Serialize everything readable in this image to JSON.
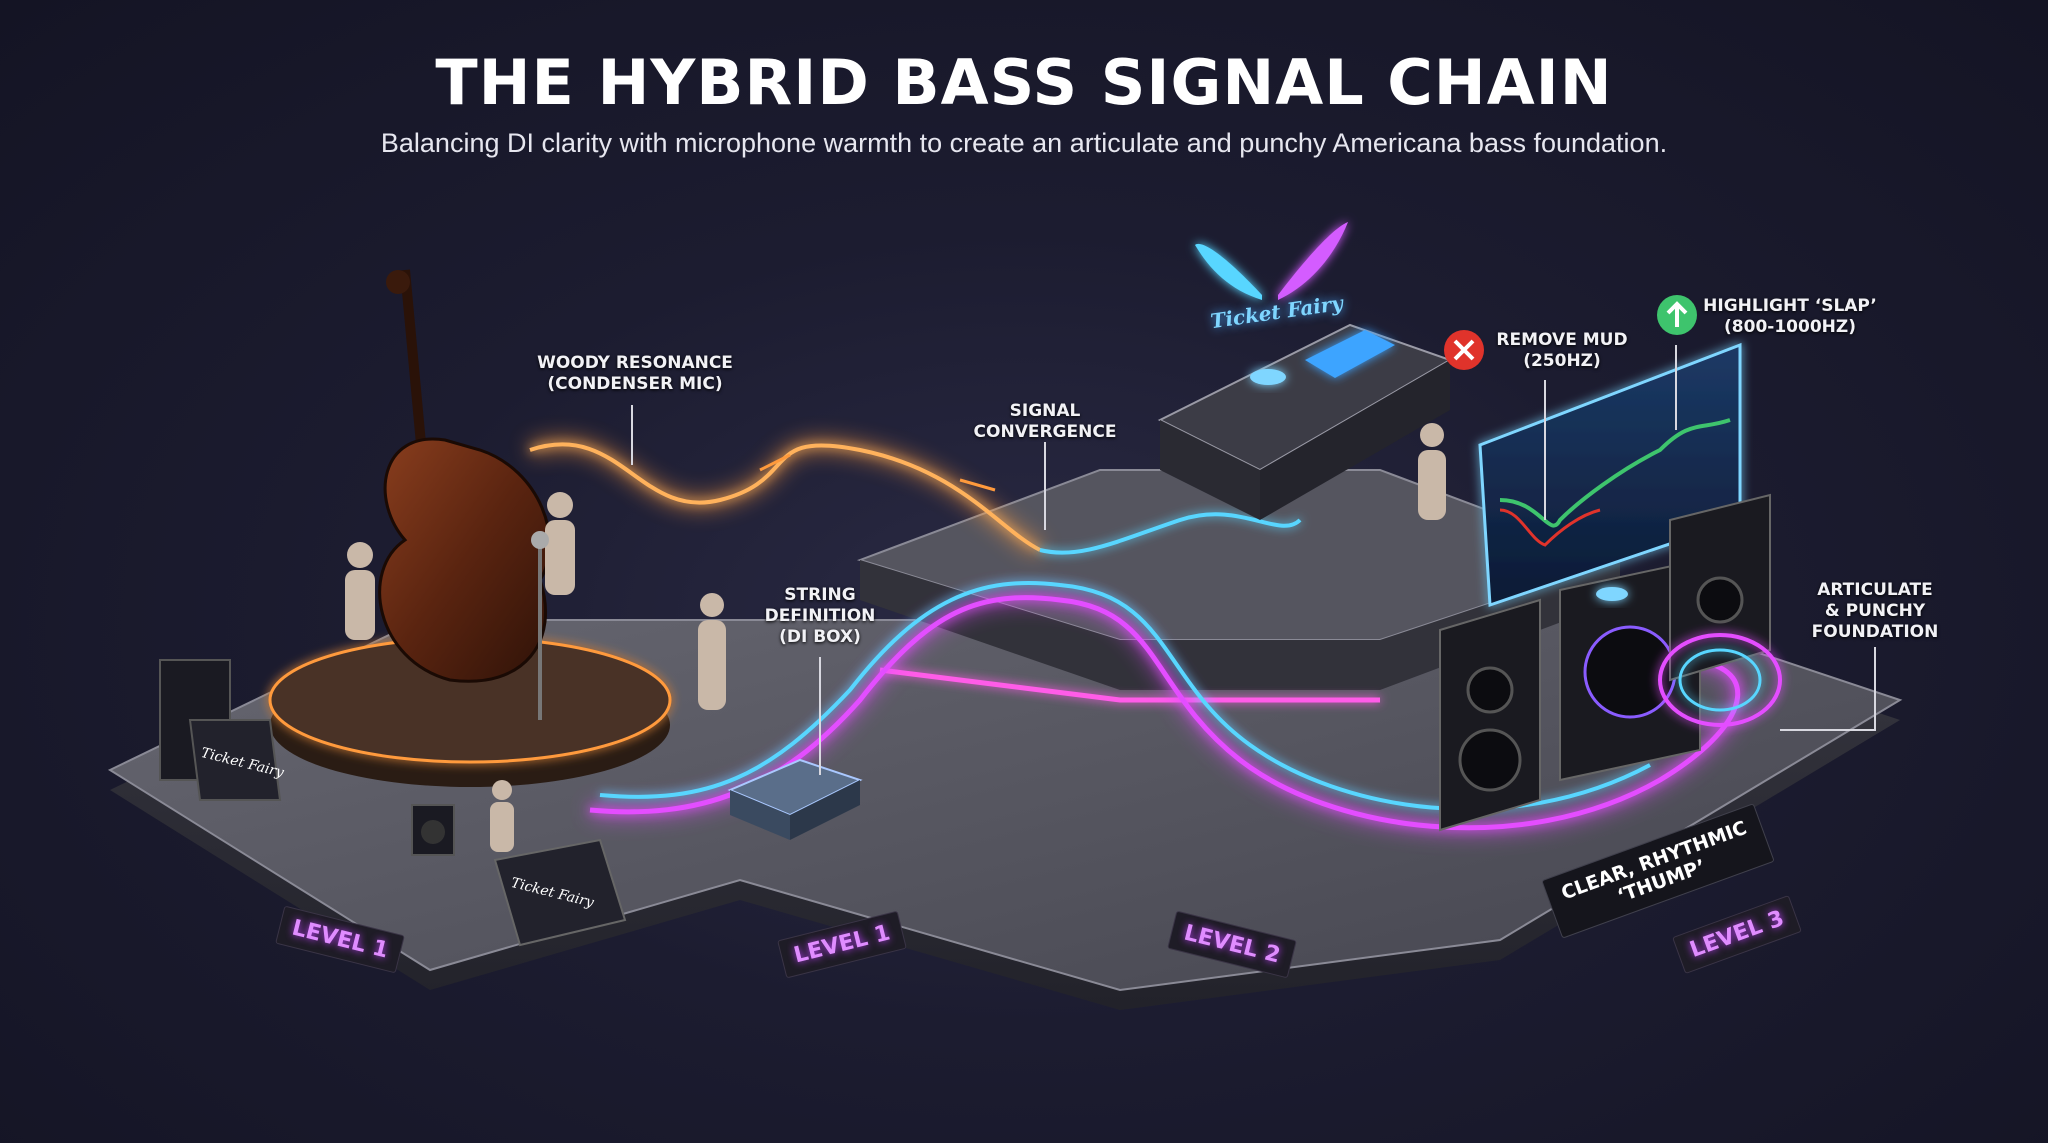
{
  "header": {
    "title": "THE HYBRID BASS SIGNAL CHAIN",
    "subtitle": "Balancing DI clarity with microphone warmth to create an articulate and punchy Americana bass foundation."
  },
  "callouts": {
    "woody_resonance": "WOODY RESONANCE\n(CONDENSER MIC)",
    "signal_convergence": "SIGNAL\nCONVERGENCE",
    "string_definition": "STRING\nDEFINITION\n(DI BOX)",
    "remove_mud": "REMOVE MUD\n(250HZ)",
    "highlight_slap": "HIGHLIGHT ‘SLAP’\n(800-1000HZ)",
    "articulate_foundation": "ARTICULATE\n& PUNCHY\nFOUNDATION",
    "clear_thump": "CLEAR, RHYTHMIC\n‘THUMP’"
  },
  "levels": {
    "level_1a": "LEVEL 1",
    "level_1b": "LEVEL 1",
    "level_2": "LEVEL 2",
    "level_3": "LEVEL 3"
  },
  "brand": {
    "logo_text": "Ticket Fairy",
    "case_label_1": "Ticket Fairy",
    "case_label_2": "Ticket Fairy"
  },
  "icons": {
    "remove_mud": "x-circle-icon",
    "highlight_slap": "up-arrow-circle-icon"
  },
  "colors": {
    "background": "#1c1c30",
    "mic_signal": "#ff9a3c",
    "di_signal_cyan": "#59d6ff",
    "di_signal_magenta": "#e44dff",
    "remove_mud_red": "#e0332b",
    "highlight_green": "#3ec46d"
  }
}
